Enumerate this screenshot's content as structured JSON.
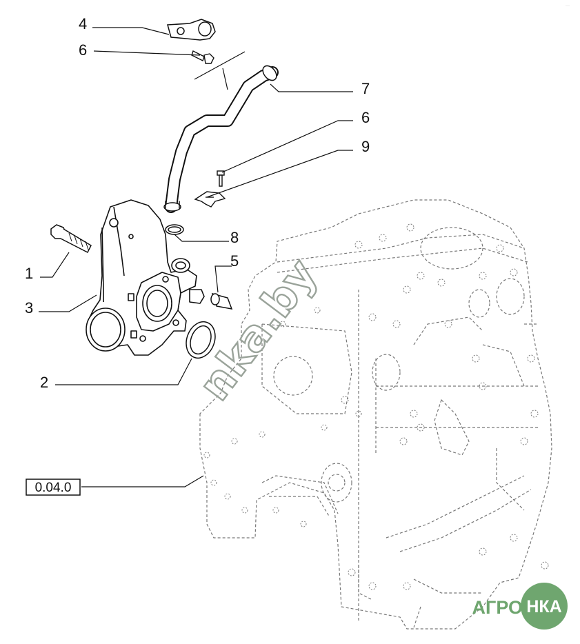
{
  "callouts": {
    "c1": "1",
    "c2": "2",
    "c3": "3",
    "c4": "4",
    "c5": "5",
    "c6a": "6",
    "c6b": "6",
    "c7": "7",
    "c8": "8",
    "c9": "9"
  },
  "reference_box": {
    "label": "0.04.0"
  },
  "watermark": {
    "text": "nka.by"
  },
  "logo": {
    "left": "АГРО",
    "right": "НКА",
    "accent": "#6fa66f"
  },
  "colors": {
    "line": "#111111",
    "dashed": "#777777",
    "watermark": "#9aa39a"
  }
}
